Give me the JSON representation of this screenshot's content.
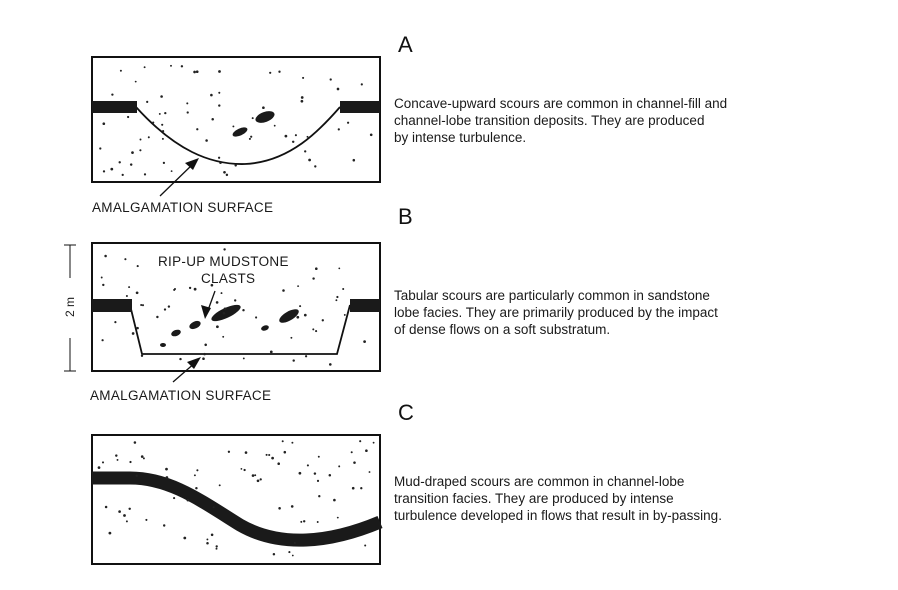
{
  "panels": [
    {
      "letter": "A",
      "caption": [
        "Concave-upward scours are common in channel-fill and",
        "channel-lobe transition deposits. They are produced",
        "by intense turbulence."
      ],
      "surface_label": "AMALGAMATION SURFACE"
    },
    {
      "letter": "B",
      "caption": [
        "Tabular scours are particularly common in sandstone",
        "lobe facies. They are primarily produced by the impact",
        "of dense flows on a soft substratum."
      ],
      "clasts_label": [
        "RIP-UP MUDSTONE",
        "CLASTS"
      ],
      "surface_label": "AMALGAMATION SURFACE",
      "scale_label": "2 m"
    },
    {
      "letter": "C",
      "caption": [
        "Mud-draped scours are common in channel-lobe",
        "transition facies. They are produced by intense",
        "turbulence developed in flows that result in by-passing."
      ]
    }
  ]
}
